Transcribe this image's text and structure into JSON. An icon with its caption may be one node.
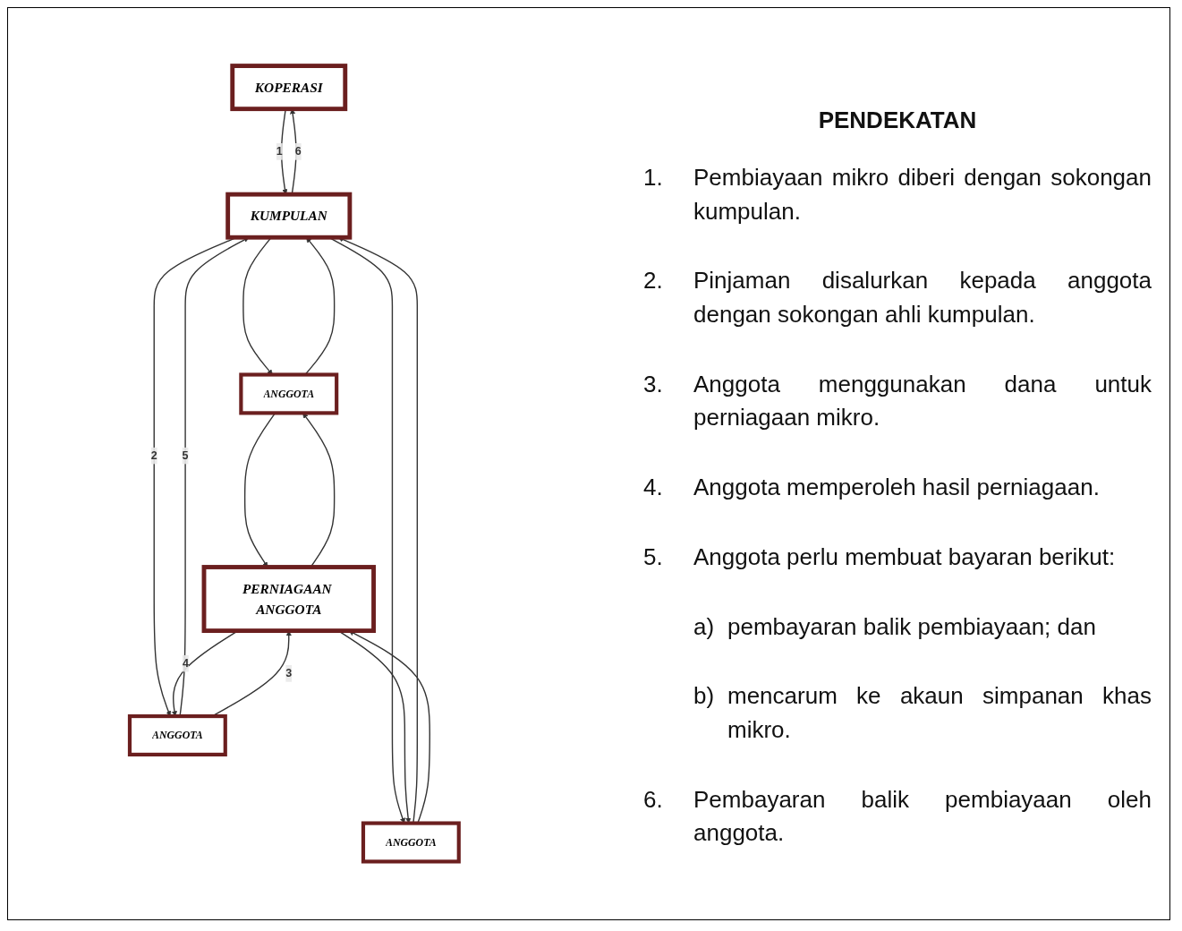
{
  "diagram": {
    "nodes": [
      {
        "text": [
          "KOPERASI"
        ]
      },
      {
        "text": [
          "KUMPULAN"
        ]
      },
      {
        "text": [
          "ANGGOTA"
        ]
      },
      {
        "text": [
          "ANGGOTA"
        ]
      },
      {
        "text": [
          "ANGGOTA"
        ]
      },
      {
        "text": [
          "PERNIAGAAN ANGGOTA"
        ]
      }
    ],
    "edges": [
      {
        "from": 0,
        "to": 1,
        "arrow": "to",
        "label": "1"
      },
      {
        "from": 1,
        "to": 0,
        "arrow": "to",
        "label": "6"
      },
      {
        "from": 1,
        "to": 2,
        "arrow": "to"
      },
      {
        "from": 1,
        "to": 3,
        "arrow": "to"
      },
      {
        "from": 1,
        "to": 4,
        "arrow": "to",
        "label": "2"
      },
      {
        "from": 2,
        "to": 1,
        "arrow": "to"
      },
      {
        "from": 3,
        "to": 1,
        "arrow": "to"
      },
      {
        "from": 4,
        "to": 1,
        "arrow": "to",
        "label": "5"
      },
      {
        "from": 2,
        "to": 5,
        "arrow": "to"
      },
      {
        "from": 3,
        "to": 5,
        "arrow": "to"
      },
      {
        "from": 4,
        "to": 5,
        "arrow": "to",
        "label": "3"
      },
      {
        "from": 5,
        "to": 2,
        "arrow": "to"
      },
      {
        "from": 5,
        "to": 3,
        "arrow": "to"
      },
      {
        "from": 5,
        "to": 4,
        "arrow": "to",
        "label": "4"
      }
    ],
    "labels": [
      "PENDEKATAN",
      "1.",
      "Pembiayaan mikro diberi dengan sokongan kumpulan.",
      "2.",
      "Pinjaman disalurkan kepada anggota dengan sokongan ahli kumpulan.",
      "3.",
      "Anggota menggunakan dana untuk perniagaan mikro.",
      "4.",
      "Anggota memperoleh hasil perniagaan.",
      "5.",
      "Anggota perlu membuat bayaran berikut:",
      "a)",
      "pembayaran balik pembiayaan; dan",
      "b)",
      "mencarum ke akaun simpanan khas mikro.",
      "6.",
      "Pembayaran balik pembiayaan oleh anggota."
    ]
  }
}
